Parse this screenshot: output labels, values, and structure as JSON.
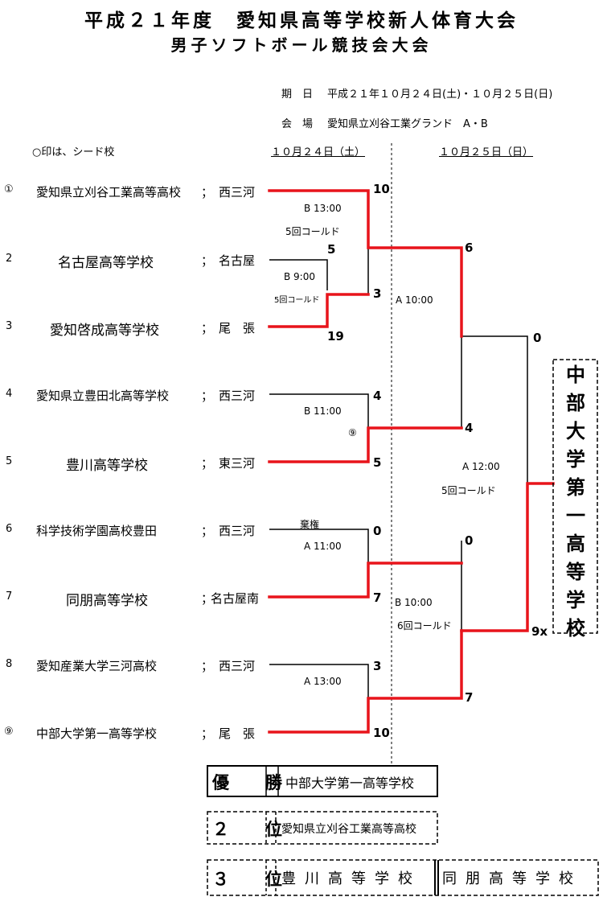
{
  "title": {
    "line1": "平成２１年度　愛知県高等学校新人体育大会",
    "line2": "男子ソフトボール競技会大会"
  },
  "info": {
    "date_label": "期　日",
    "date_value": "平成２１年１０月２４日(土)・１０月２５日(日)",
    "venue_label": "会　場",
    "venue_value": "愛知県立刈谷工業グランド　A・B"
  },
  "seed_note": "○印は、シード校",
  "day_headers": [
    "１０月２４日（土）",
    "１０月２５日（日）"
  ],
  "teams": [
    {
      "no": "①",
      "name": "愛知県立刈谷工業高等高校",
      "sep": "；",
      "region": "西三河"
    },
    {
      "no": "2",
      "name": "名古屋高等学校",
      "sep": "；",
      "region": "名古屋"
    },
    {
      "no": "3",
      "name": "愛知啓成高等学校",
      "sep": "；",
      "region": "尾　張"
    },
    {
      "no": "4",
      "name": "愛知県立豊田北高等学校",
      "sep": "；",
      "region": "西三河"
    },
    {
      "no": "5",
      "name": "豊川高等学校",
      "sep": "；",
      "region": "東三河"
    },
    {
      "no": "6",
      "name": "科学技術学園高校豊田",
      "sep": "；",
      "region": "西三河"
    },
    {
      "no": "7",
      "name": "同朋高等学校",
      "sep": "；",
      "region": "名古屋南"
    },
    {
      "no": "8",
      "name": "愛知産業大学三河高校",
      "sep": "；",
      "region": "西三河"
    },
    {
      "no": "⑨",
      "name": "中部大学第一高等学校",
      "sep": "；",
      "region": "尾　張"
    }
  ],
  "scores": {
    "r1_t2": "5",
    "r1_t3": "19",
    "r2_t1": "10",
    "r2_w23": "3",
    "r1_t4": "4",
    "r1_t5": "5",
    "r1_t6": "0",
    "r1_t7": "7",
    "r1_t8": "3",
    "r1_t9": "10",
    "qf_top": "6",
    "qf_45": "4",
    "qf_67": "0",
    "qf_89": "7",
    "sf_top": "0",
    "sf_bottom": "9x"
  },
  "games": {
    "r1_23_time": "B 9:00",
    "r1_23_note": "5回コールド",
    "r2_1_time": "B 13:00",
    "r2_1_note": "5回コールド",
    "r1_45_time": "B 11:00",
    "r1_45_mark": "⑨",
    "r1_67_forfeit": "棄権",
    "r1_67_time": "A 11:00",
    "r1_89_time": "A 13:00",
    "qf_top_time": "A 10:00",
    "sf_top_time": "A 12:00",
    "sf_top_note": "5回コールド",
    "qf_bottom_time": "B 10:00",
    "qf_bottom_note": "6回コールド"
  },
  "champion_vertical": [
    "中",
    "部",
    "大",
    "学",
    "第",
    "一",
    "高",
    "等",
    "学",
    "校"
  ],
  "results": {
    "winner_label": "優　勝",
    "winner": "中部大学第一高等学校",
    "second_label": "２　位",
    "second": "愛知県立刈谷工業高等高校",
    "third_label": "３　位",
    "third_a": "豊川高等学校",
    "third_b": "同朋高等学校"
  },
  "colors": {
    "winner_line": "#e8141b",
    "line": "#000000"
  }
}
